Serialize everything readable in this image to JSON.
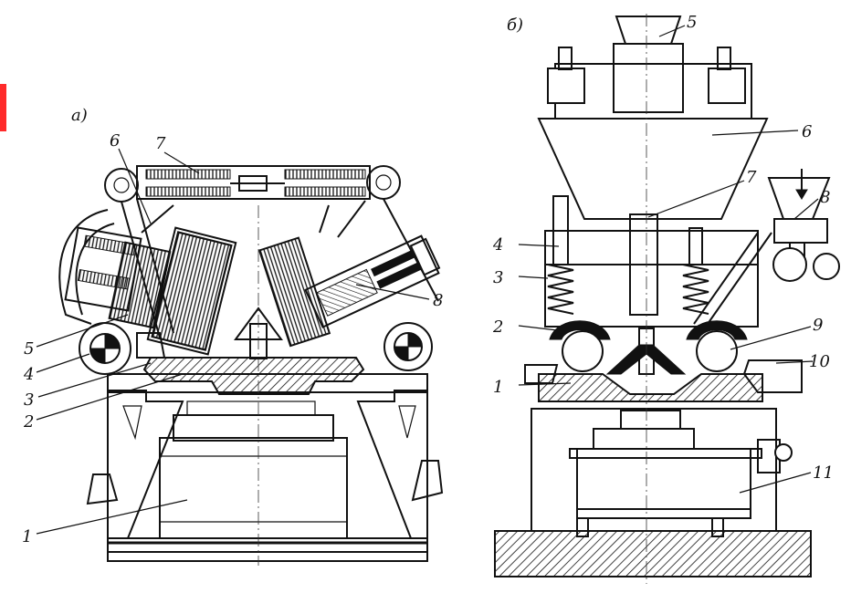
{
  "figure": {
    "panel_a": {
      "letter": "а)",
      "callouts": [
        "1",
        "2",
        "3",
        "4",
        "5",
        "6",
        "7",
        "8"
      ]
    },
    "panel_b": {
      "letter": "б)",
      "callouts": [
        "1",
        "2",
        "3",
        "4",
        "5",
        "6",
        "7",
        "8",
        "9",
        "10",
        "11"
      ]
    },
    "colors": {
      "ink": "#111111",
      "paper": "#ffffff",
      "edge_mark": "#ff2a2a"
    }
  }
}
